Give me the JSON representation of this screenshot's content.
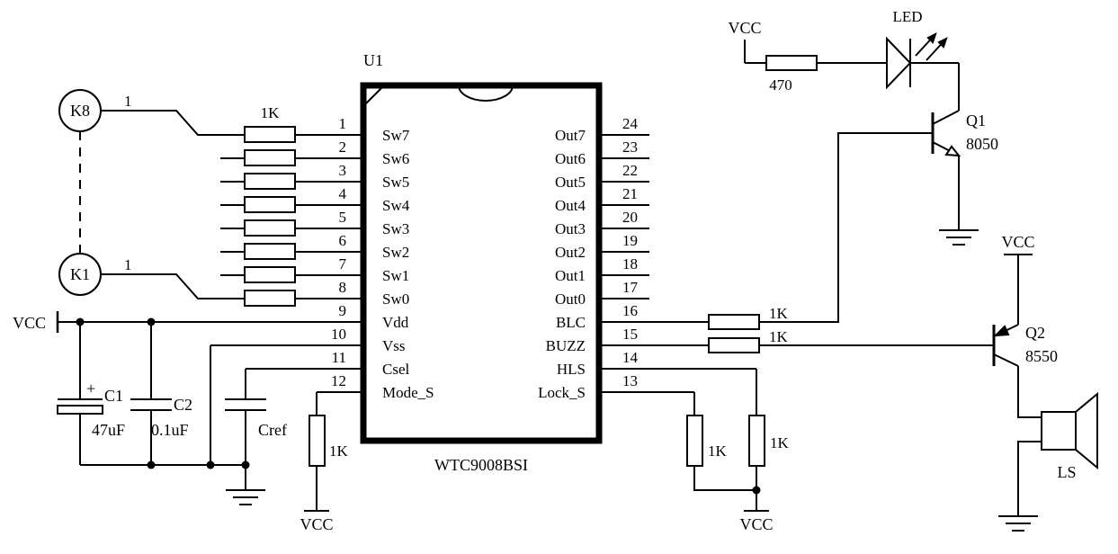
{
  "chip": {
    "ref": "U1",
    "part": "WTC9008BSI",
    "left_pins": [
      {
        "num": "1",
        "name": "Sw7"
      },
      {
        "num": "2",
        "name": "Sw6"
      },
      {
        "num": "3",
        "name": "Sw5"
      },
      {
        "num": "4",
        "name": "Sw4"
      },
      {
        "num": "5",
        "name": "Sw3"
      },
      {
        "num": "6",
        "name": "Sw2"
      },
      {
        "num": "7",
        "name": "Sw1"
      },
      {
        "num": "8",
        "name": "Sw0"
      },
      {
        "num": "9",
        "name": "Vdd"
      },
      {
        "num": "10",
        "name": "Vss"
      },
      {
        "num": "11",
        "name": "Csel"
      },
      {
        "num": "12",
        "name": "Mode_S"
      }
    ],
    "right_pins": [
      {
        "num": "24",
        "name": "Out7"
      },
      {
        "num": "23",
        "name": "Out6"
      },
      {
        "num": "22",
        "name": "Out5"
      },
      {
        "num": "21",
        "name": "Out4"
      },
      {
        "num": "20",
        "name": "Out3"
      },
      {
        "num": "19",
        "name": "Out2"
      },
      {
        "num": "18",
        "name": "Out1"
      },
      {
        "num": "17",
        "name": "Out0"
      },
      {
        "num": "16",
        "name": "BLC"
      },
      {
        "num": "15",
        "name": "BUZZ"
      },
      {
        "num": "14",
        "name": "HLS"
      },
      {
        "num": "13",
        "name": "Lock_S"
      }
    ]
  },
  "keys": {
    "k8": "K8",
    "k1": "K1",
    "k8_pin": "1",
    "k1_pin": "1"
  },
  "labels": {
    "sw_resistor": "1K",
    "vcc_left": "VCC",
    "vcc_led": "VCC",
    "vcc_q2": "VCC",
    "vcc_mode": "VCC",
    "vcc_bottom_right": "VCC",
    "c1_ref": "C1",
    "c1_val": "47uF",
    "c2_ref": "C2",
    "c2_val": "0.1uF",
    "cref": "Cref",
    "plus": "+",
    "r_mode": "1K",
    "r_lock": "1K",
    "r_hls": "1K",
    "r_blc": "1K",
    "r_buzz": "1K",
    "r_led": "470",
    "led": "LED",
    "q1_ref": "Q1",
    "q1_part": "8050",
    "q2_ref": "Q2",
    "q2_part": "8550",
    "ls": "LS"
  },
  "colors": {
    "ink": "#000000",
    "background": "#ffffff"
  }
}
